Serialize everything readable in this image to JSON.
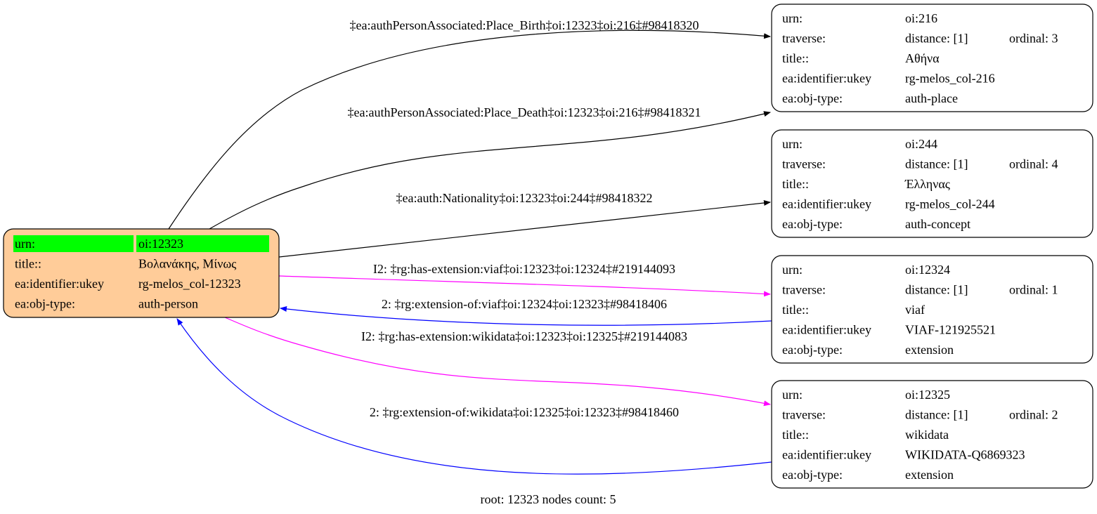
{
  "root_node": {
    "id": "oi:12323",
    "fill": "#ffcc99",
    "highlight": "#00ff00",
    "rows": [
      {
        "key": "urn:",
        "value": "oi:12323"
      },
      {
        "key": "title::",
        "value": "Βολανάκης, Μίνως"
      },
      {
        "key": "ea:identifier:ukey",
        "value": "rg-melos_col-12323"
      },
      {
        "key": "ea:obj-type:",
        "value": "auth-person"
      }
    ]
  },
  "nodes": [
    {
      "urn": "oi:216",
      "distance": "distance: [1]",
      "ordinal": "ordinal: 3",
      "title": "Αθήνα",
      "ukey": "rg-melos_col-216",
      "type": "auth-place"
    },
    {
      "urn": "oi:244",
      "distance": "distance: [1]",
      "ordinal": "ordinal: 4",
      "title": "Έλληνας",
      "ukey": "rg-melos_col-244",
      "type": "auth-concept"
    },
    {
      "urn": "oi:12324",
      "distance": "distance: [1]",
      "ordinal": "ordinal: 1",
      "title": "viaf",
      "ukey": "VIAF-121925521",
      "type": "extension"
    },
    {
      "urn": "oi:12325",
      "distance": "distance: [1]",
      "ordinal": "ordinal: 2",
      "title": "wikidata",
      "ukey": "WIKIDATA-Q6869323",
      "type": "extension"
    }
  ],
  "row_keys": {
    "urn": "urn:",
    "traverse": "traverse:",
    "title": "title::",
    "ukey": "ea:identifier:ukey",
    "type": "ea:obj-type:"
  },
  "edges": [
    {
      "label": "‡ea:authPersonAssociated:Place_Birth‡oi:12323‡oi:216‡#98418320",
      "color": "#000000"
    },
    {
      "label": "‡ea:authPersonAssociated:Place_Death‡oi:12323‡oi:216‡#98418321",
      "color": "#000000"
    },
    {
      "label": "‡ea:auth:Nationality‡oi:12323‡oi:244‡#98418322",
      "color": "#000000"
    },
    {
      "label": "I2: ‡rg:has-extension:viaf‡oi:12323‡oi:12324‡#219144093",
      "color": "#ff00ff"
    },
    {
      "label": "2: ‡rg:extension-of:viaf‡oi:12324‡oi:12323‡#98418406",
      "color": "#0000ff"
    },
    {
      "label": "I2: ‡rg:has-extension:wikidata‡oi:12323‡oi:12325‡#219144083",
      "color": "#ff00ff"
    },
    {
      "label": "2: ‡rg:extension-of:wikidata‡oi:12325‡oi:12323‡#98418460",
      "color": "#0000ff"
    }
  ],
  "footer": "root: 12323 nodes count: 5"
}
